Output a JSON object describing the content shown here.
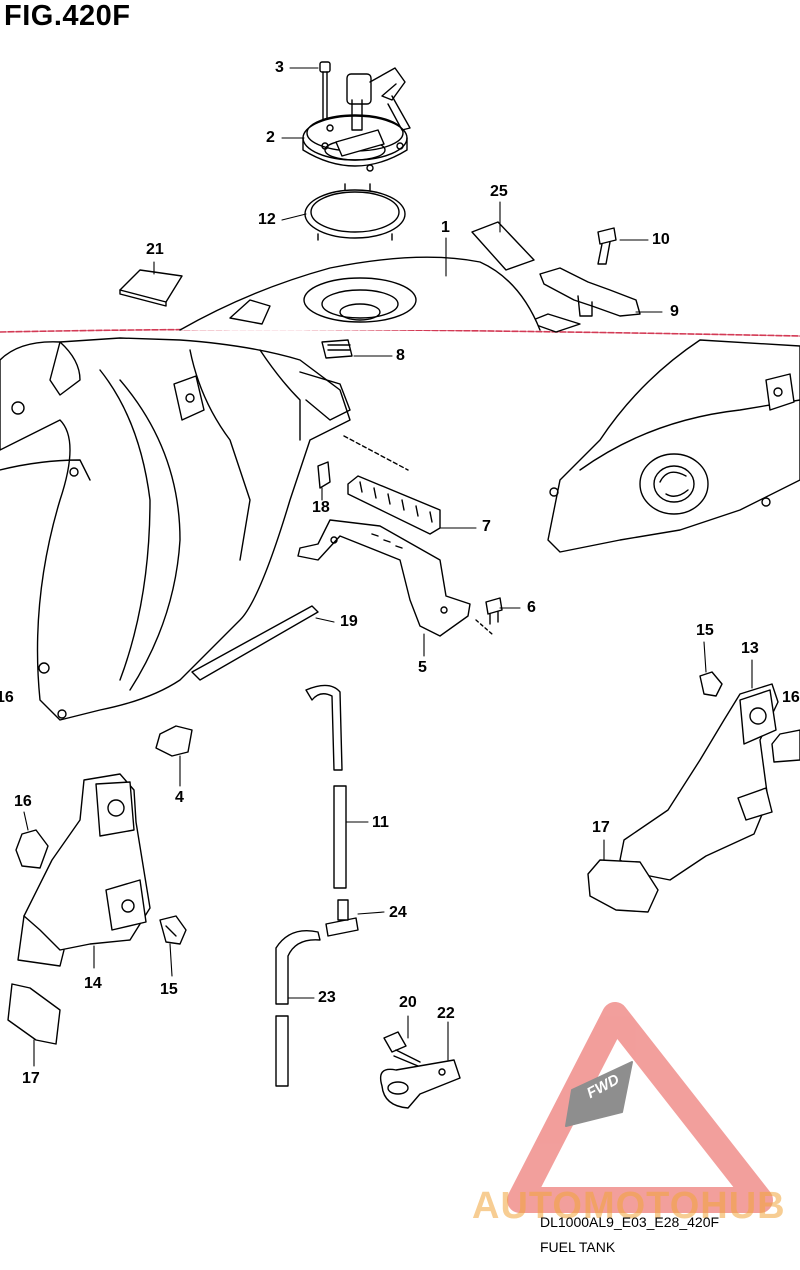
{
  "figure": {
    "title": "FIG.420F"
  },
  "callouts": [
    {
      "id": "callout-1",
      "label": "1"
    },
    {
      "id": "callout-2",
      "label": "2"
    },
    {
      "id": "callout-3",
      "label": "3"
    },
    {
      "id": "callout-4",
      "label": "4"
    },
    {
      "id": "callout-5",
      "label": "5"
    },
    {
      "id": "callout-6",
      "label": "6"
    },
    {
      "id": "callout-7",
      "label": "7"
    },
    {
      "id": "callout-8",
      "label": "8"
    },
    {
      "id": "callout-9",
      "label": "9"
    },
    {
      "id": "callout-10",
      "label": "10"
    },
    {
      "id": "callout-11",
      "label": "11"
    },
    {
      "id": "callout-12",
      "label": "12"
    },
    {
      "id": "callout-13",
      "label": "13"
    },
    {
      "id": "callout-14",
      "label": "14"
    },
    {
      "id": "callout-15a",
      "label": "15"
    },
    {
      "id": "callout-15b",
      "label": "15"
    },
    {
      "id": "callout-16a",
      "label": "16"
    },
    {
      "id": "callout-16b",
      "label": "16"
    },
    {
      "id": "callout-16c",
      "label": "16"
    },
    {
      "id": "callout-16d",
      "label": "16"
    },
    {
      "id": "callout-17a",
      "label": "17"
    },
    {
      "id": "callout-17b",
      "label": "17"
    },
    {
      "id": "callout-18",
      "label": "18"
    },
    {
      "id": "callout-19",
      "label": "19"
    },
    {
      "id": "callout-20",
      "label": "20"
    },
    {
      "id": "callout-21",
      "label": "21"
    },
    {
      "id": "callout-22",
      "label": "22"
    },
    {
      "id": "callout-23",
      "label": "23"
    },
    {
      "id": "callout-24",
      "label": "24"
    },
    {
      "id": "callout-25",
      "label": "25"
    }
  ],
  "footer": {
    "model_code": "DL1000AL9_E03_E28_420F",
    "section_name": "FUEL TANK"
  },
  "watermark": {
    "brand": "AUTOMOTOHUB",
    "badge": "FWD",
    "color": "#e8504a",
    "brand_color": "#f1a63b"
  }
}
